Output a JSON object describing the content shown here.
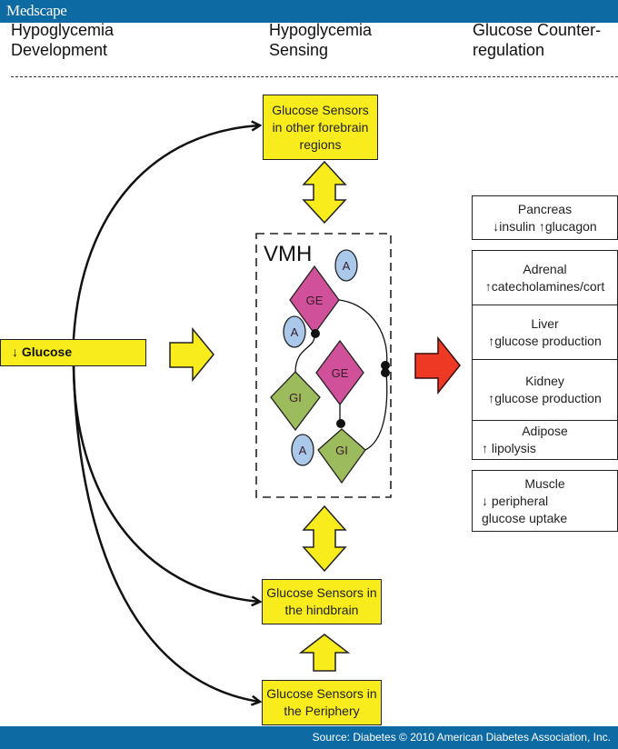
{
  "header": {
    "brand": "Medscape"
  },
  "columns": {
    "development": [
      "Hypoglycemia",
      "Development"
    ],
    "sensing": [
      "Hypoglycemia",
      "Sensing"
    ],
    "counterregulation": [
      "Glucose Counter-",
      "regulation"
    ]
  },
  "input": {
    "arrow": "↓",
    "label": "Glucose"
  },
  "sensors": {
    "forebrain": [
      "Glucose Sensors",
      "in other  forebrain",
      "regions"
    ],
    "hindbrain": [
      "Glucose Sensors in",
      "the hindbrain"
    ],
    "periphery": [
      "Glucose Sensors in",
      "the Periphery"
    ]
  },
  "vmh": {
    "label": "VMH",
    "nodes": {
      "ge": "GE",
      "gi": "GI",
      "a": "A"
    }
  },
  "responses": {
    "pancreas": {
      "title": "Pancreas",
      "detail": "↓insulin ↑glucagon"
    },
    "adrenal": {
      "title": "Adrenal",
      "detail": "↑catecholamines/cort"
    },
    "liver": {
      "title": "Liver",
      "detail": "↑glucose production"
    },
    "kidney": {
      "title": "Kidney",
      "detail": "↑glucose production"
    },
    "adipose": {
      "title": "Adipose",
      "detail": "↑  lipolysis"
    },
    "muscle": {
      "title": "Muscle",
      "detail1": "↓ peripheral",
      "detail2": "glucose uptake"
    }
  },
  "colors": {
    "brand_bar": "#0e6aa3",
    "sensor_yellow": "#f8ec1c",
    "output_red": "#ee3a24",
    "ge_magenta": "#d0509a",
    "gi_green": "#9cbb5c",
    "astrocyte_blue": "#a9c8ea"
  },
  "footer": {
    "source": "Source: Diabetes © 2010 American Diabetes Association, Inc."
  }
}
